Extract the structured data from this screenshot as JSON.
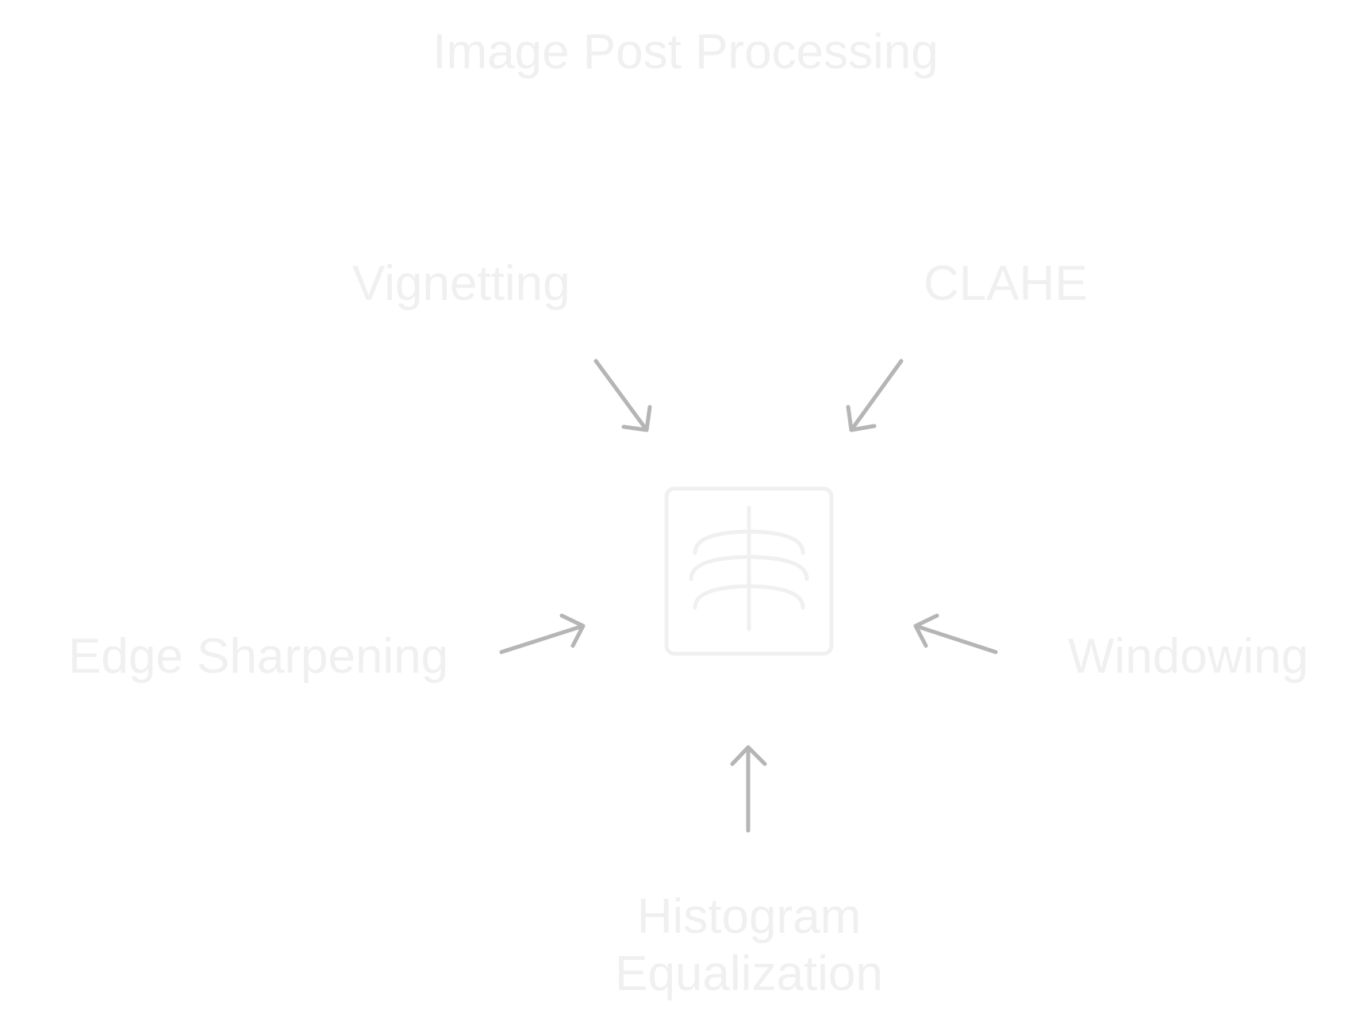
{
  "title": "Image Post Processing",
  "center_icon": {
    "name": "xray-ribcage-icon"
  },
  "techniques": [
    {
      "id": "vignetting",
      "label": "Vignetting"
    },
    {
      "id": "clahe",
      "label": "CLAHE"
    },
    {
      "id": "edge-sharpening",
      "label": "Edge Sharpening"
    },
    {
      "id": "windowing",
      "label": "Windowing"
    },
    {
      "id": "histogram-equalization",
      "label": "Histogram Equalization"
    }
  ],
  "colors": {
    "text": "#f0f0f0",
    "arrow": "#b5b5b5",
    "icon": "#f0f0f0",
    "background": "#ffffff"
  }
}
